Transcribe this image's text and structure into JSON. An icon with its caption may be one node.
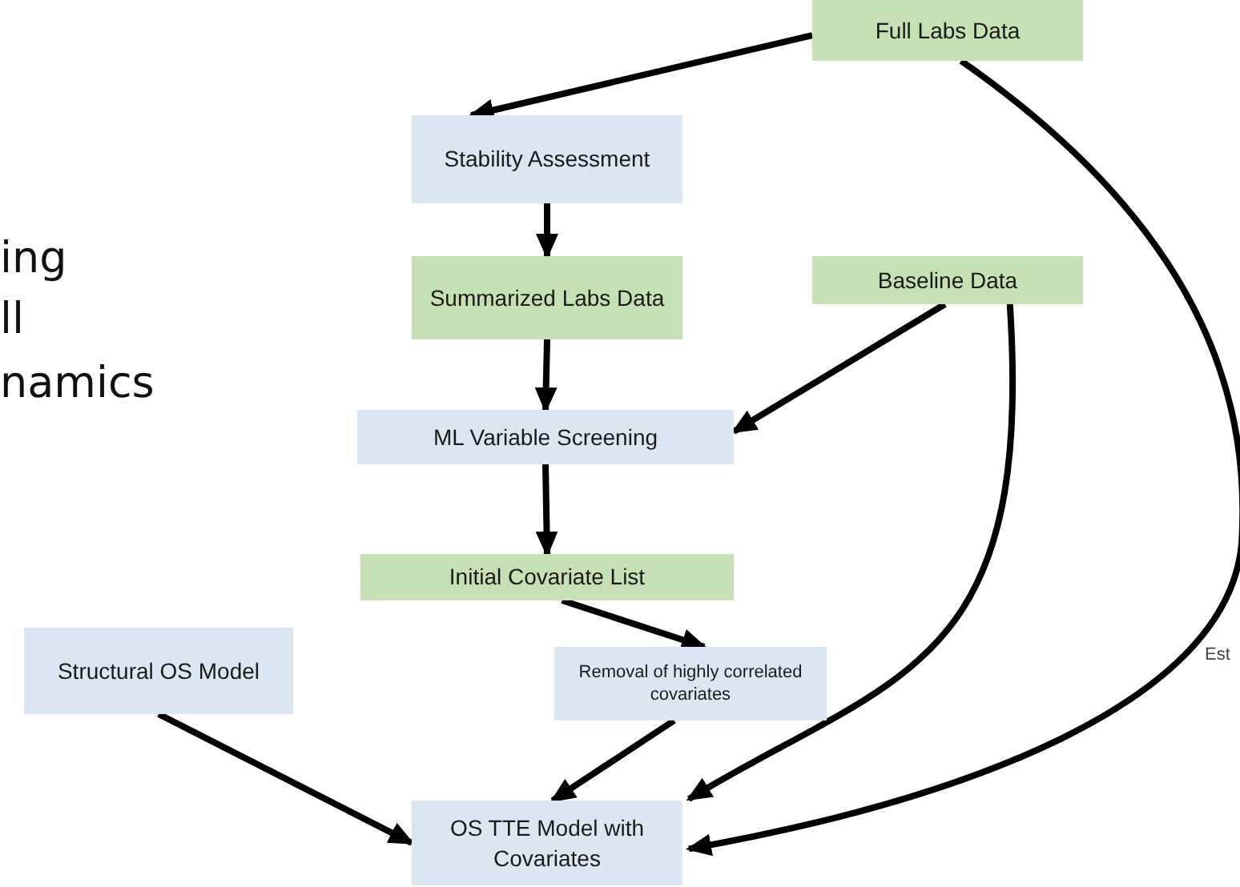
{
  "diagram": {
    "nodes": [
      {
        "text": [
          "Full Labs Data"
        ]
      },
      {
        "text": [
          "Stability Assessment"
        ]
      },
      {
        "text": [
          "Summarized Labs Data"
        ]
      },
      {
        "text": [
          "Baseline Data"
        ]
      },
      {
        "text": [
          "ML Variable Screening"
        ]
      },
      {
        "text": [
          "Initial Covariate List"
        ]
      },
      {
        "text": [
          "Structural OS Model"
        ]
      },
      {
        "text": [
          "Removal of highly correlated covariates"
        ]
      },
      {
        "text": [
          "OS TTE Model with Covariates"
        ]
      }
    ],
    "edges": [
      {
        "from": 0,
        "to": 1,
        "arrow": "to"
      },
      {
        "from": 1,
        "to": 2,
        "arrow": "to"
      },
      {
        "from": 2,
        "to": 4,
        "arrow": "to"
      },
      {
        "from": 3,
        "to": 4,
        "arrow": "to"
      },
      {
        "from": 4,
        "to": 5,
        "arrow": "to"
      },
      {
        "from": 5,
        "to": 7,
        "arrow": "to"
      },
      {
        "from": 6,
        "to": 8,
        "arrow": "to"
      },
      {
        "from": 7,
        "to": 8,
        "arrow": "to"
      },
      {
        "from": 3,
        "to": 8,
        "arrow": "to"
      },
      {
        "from": 0,
        "to": 8,
        "arrow": "to"
      }
    ],
    "labels": [
      "ing",
      "ll",
      "namics",
      "Est"
    ]
  }
}
